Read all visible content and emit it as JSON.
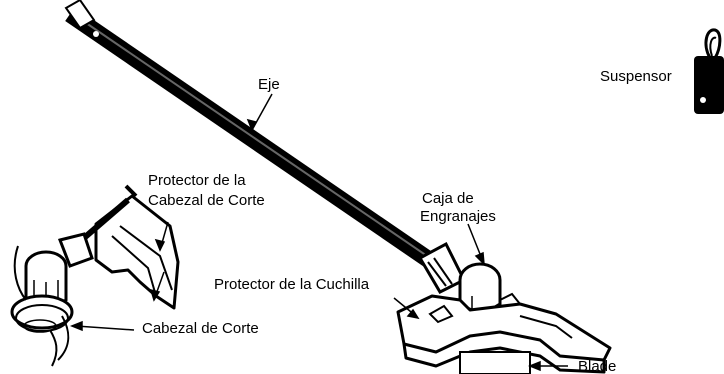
{
  "labels": {
    "eje": "Eje",
    "suspensor": "Suspensor",
    "protector_cabezal_line1": "Protector de la",
    "protector_cabezal_line2": "Cabezal de Corte",
    "caja_line1": "Caja de",
    "caja_line2": "Engranajes",
    "protector_cuchilla": "Protector de la Cuchilla",
    "cabezal_corte": "Cabezal de Corte",
    "blade": "Blade"
  }
}
